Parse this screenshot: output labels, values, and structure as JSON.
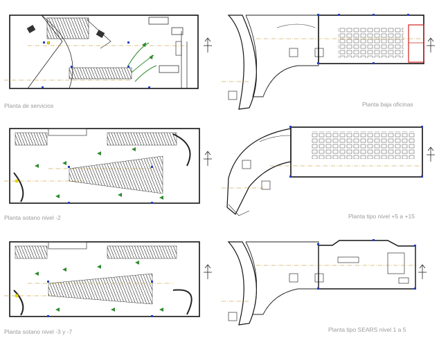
{
  "plans": {
    "servicios": "Planta de servicios",
    "baja_oficinas": "Planta baja oficinas",
    "sotano_2": "Planta sotano nivel -2",
    "tipo": "Planta tipo nivel +5 a +15",
    "sotano_3_7": "Planta sotano nivel -3 y -7",
    "sears": "Planta tipo SEARS nivel 1 a 5"
  },
  "colors": {
    "linework": "#1a1a1a",
    "axis": "#b8860b",
    "blue_marker": "#1f3fbf",
    "green_arrow": "#2e8b2e",
    "red_room": "#d02020",
    "yellow": "#e8d800"
  },
  "icons": [
    "north-arrow-icon",
    "circulation-arrow-icon",
    "parking-stall-icon"
  ]
}
